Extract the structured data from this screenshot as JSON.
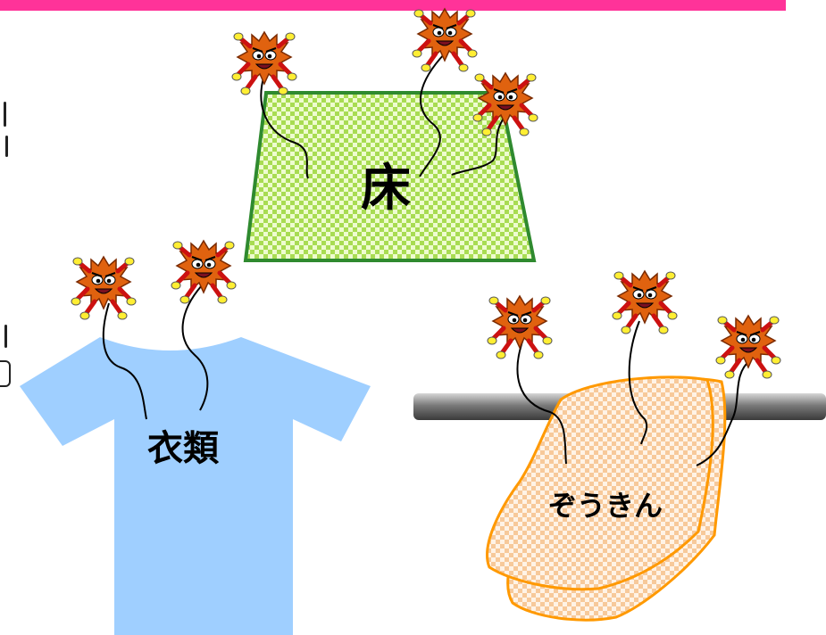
{
  "labels": {
    "floor": "床",
    "clothes": "衣類",
    "rag": "ぞうきん"
  },
  "colors": {
    "top_bar": "#ff3399",
    "floor_fill": "#c8f07a",
    "floor_border": "#339933",
    "tshirt": "#9fcfff",
    "rag_fill": "#ffd9b0",
    "rag_border": "#ff9900",
    "germ": "#e0620f"
  },
  "icons": [
    "germ-icon",
    "tshirt-icon",
    "floor-mat-icon",
    "towel-rail-icon",
    "rag-icon"
  ]
}
